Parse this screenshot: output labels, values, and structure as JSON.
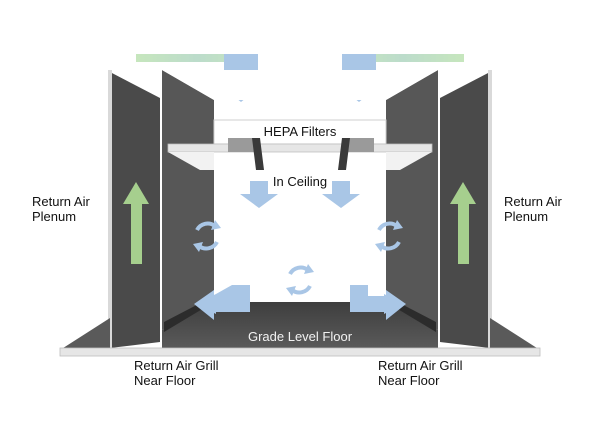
{
  "labels": {
    "hepa": "HEPA Filters",
    "ceiling": "In Ceiling",
    "floor": "Grade Level Floor",
    "left_plenum": [
      "Return Air",
      "Plenum"
    ],
    "right_plenum": [
      "Return Air",
      "Plenum"
    ],
    "left_grill": [
      "Return Air Grill",
      "Near Floor"
    ],
    "right_grill": [
      "Return Air Grill",
      "Near Floor"
    ]
  },
  "colors": {
    "wall_dark": "#474747",
    "wall_medium": "#5a5a5a",
    "floor": "#3a3a3a",
    "frame": "#e9e9e9",
    "filter_box": "#9a9a9a",
    "supply_arrow": "#a9c6e6",
    "supply_band": "#bfe3b8",
    "return_arrow": "#a6cf8e"
  },
  "icons": [
    "supply-arrow-icon",
    "circulation-icon",
    "return-arrow-icon"
  ]
}
